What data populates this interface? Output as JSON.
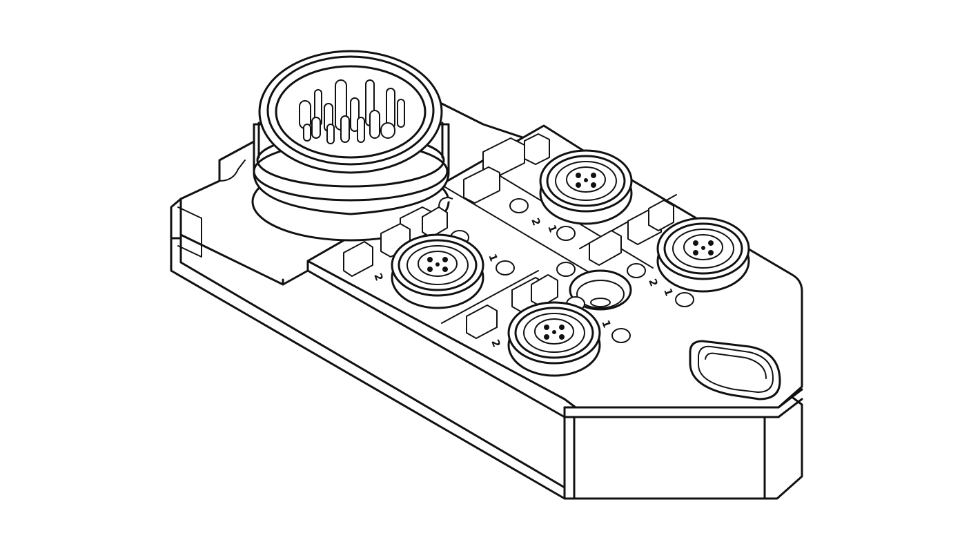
{
  "drawing": {
    "subject": "",
    "line_color": "#111111",
    "background_color": "#ffffff",
    "main_connector": {
      "icon": "circular-multipin-plug-icon"
    },
    "ports": [
      {
        "id": "port-1",
        "label_1": "2",
        "label_2": "1",
        "icon": "m12-socket-icon"
      },
      {
        "id": "port-2",
        "label_1": "2",
        "label_2": "1",
        "icon": "m12-socket-icon"
      },
      {
        "id": "port-3",
        "label_1": "2",
        "label_2": "1",
        "icon": "m12-socket-icon"
      },
      {
        "id": "port-4",
        "label_1": "2",
        "label_2": "1",
        "icon": "m12-socket-icon"
      }
    ]
  }
}
